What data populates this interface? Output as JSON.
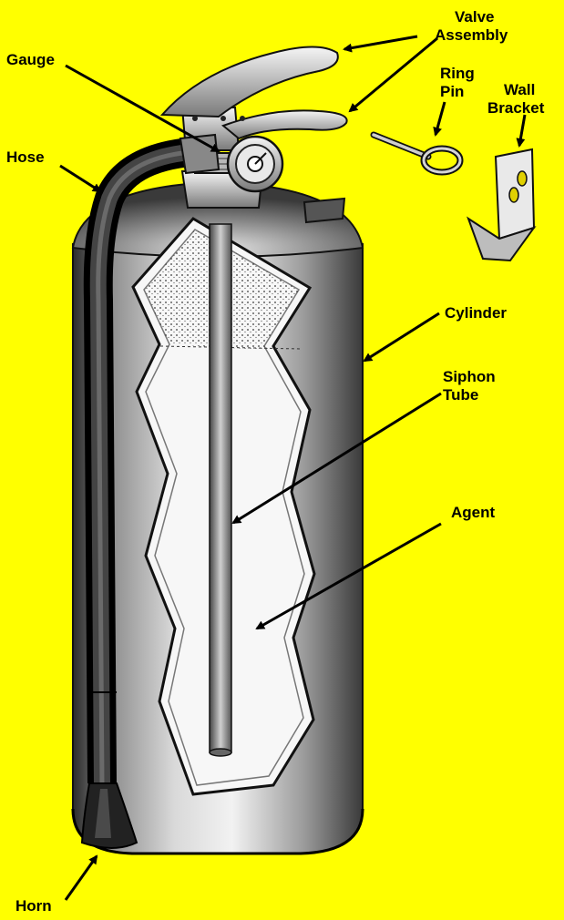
{
  "diagram": {
    "background": "#ffff00",
    "labels": {
      "valve_line1": "Valve",
      "valve_line2": "Assembly",
      "gauge": "Gauge",
      "ring_line1": "Ring",
      "ring_line2": "Pin",
      "wall_line1": "Wall",
      "wall_line2": "Bracket",
      "hose": "Hose",
      "cylinder": "Cylinder",
      "siphon_line1": "Siphon",
      "siphon_line2": "Tube",
      "agent": "Agent",
      "horn": "Horn"
    }
  }
}
